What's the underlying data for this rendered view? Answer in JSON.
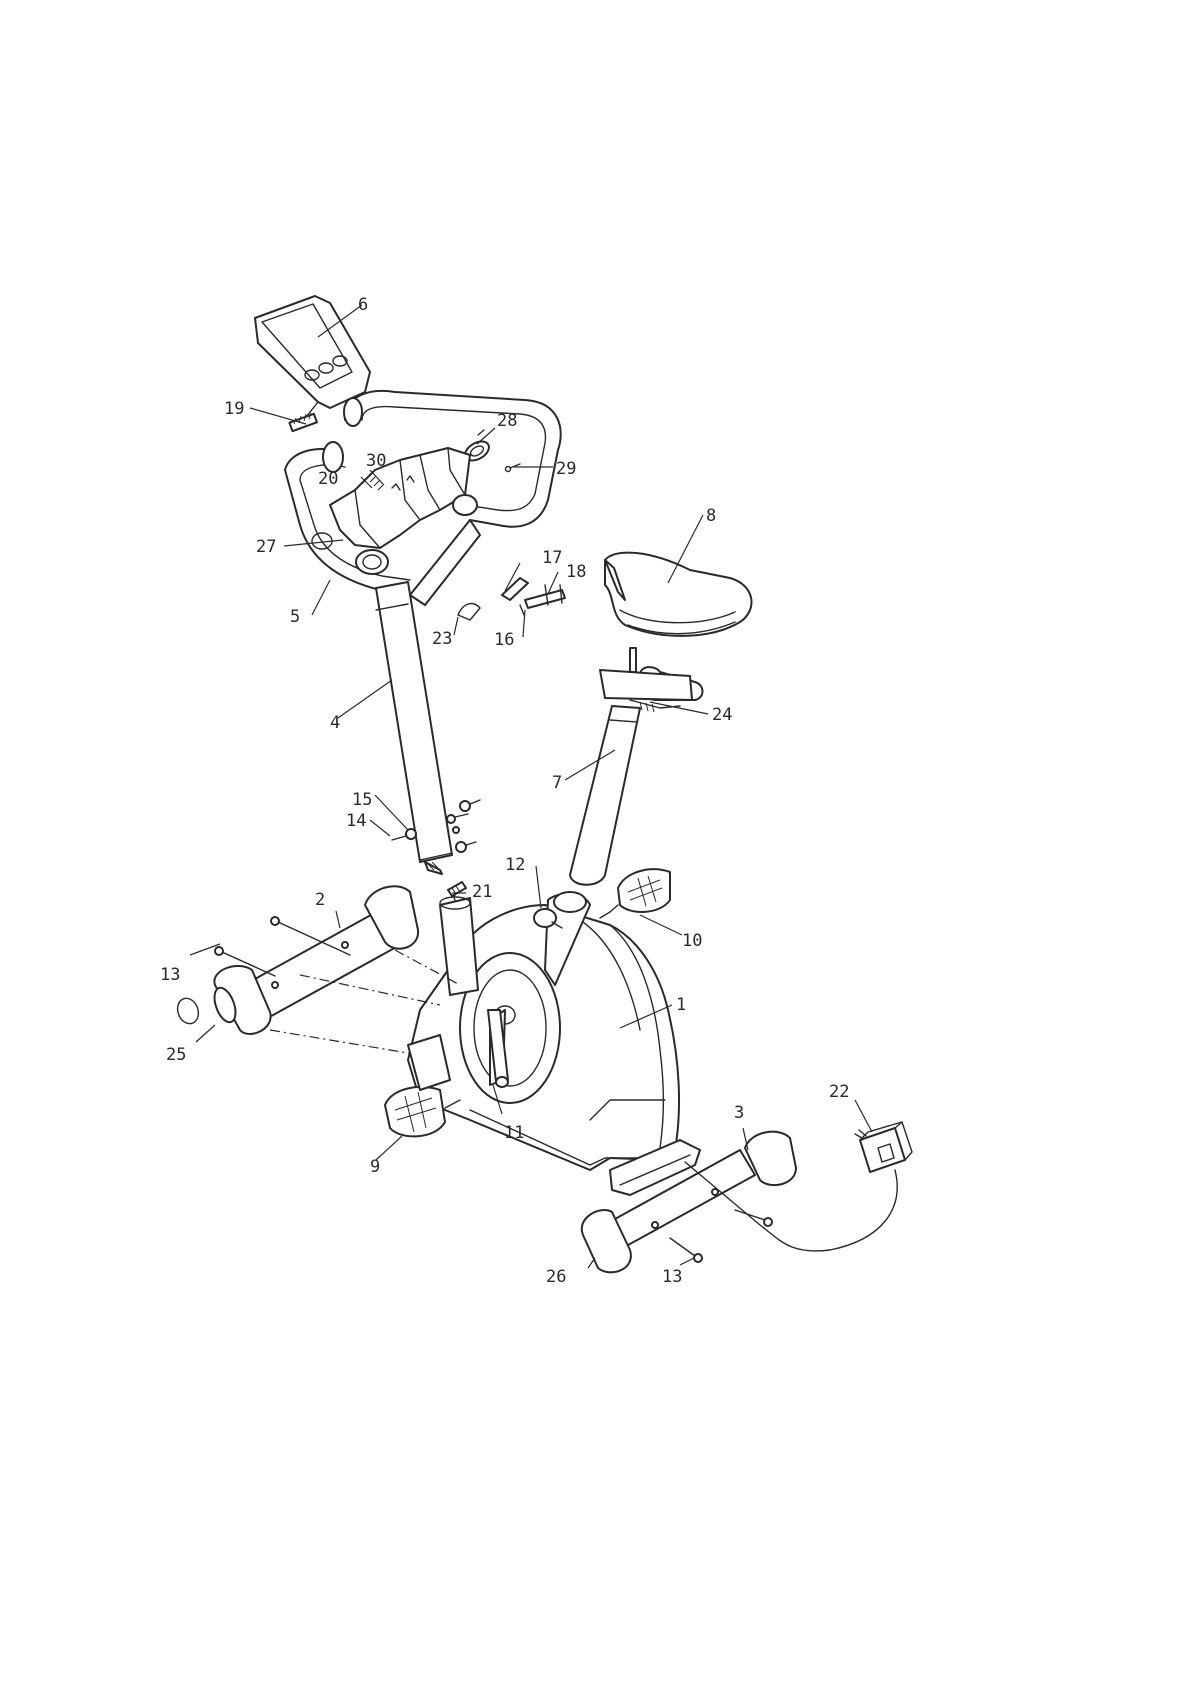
{
  "diagram": {
    "type": "exploded-assembly",
    "callouts": [
      {
        "id": "1",
        "label": "1"
      },
      {
        "id": "2",
        "label": "2"
      },
      {
        "id": "3",
        "label": "3"
      },
      {
        "id": "4",
        "label": "4"
      },
      {
        "id": "5",
        "label": "5"
      },
      {
        "id": "6",
        "label": "6"
      },
      {
        "id": "7",
        "label": "7"
      },
      {
        "id": "8",
        "label": "8"
      },
      {
        "id": "9",
        "label": "9"
      },
      {
        "id": "10",
        "label": "10"
      },
      {
        "id": "11",
        "label": "11"
      },
      {
        "id": "12",
        "label": "12"
      },
      {
        "id": "13a",
        "label": "13"
      },
      {
        "id": "13b",
        "label": "13"
      },
      {
        "id": "14",
        "label": "14"
      },
      {
        "id": "15",
        "label": "15"
      },
      {
        "id": "16",
        "label": "16"
      },
      {
        "id": "17",
        "label": "17"
      },
      {
        "id": "18",
        "label": "18"
      },
      {
        "id": "19",
        "label": "19"
      },
      {
        "id": "20",
        "label": "20"
      },
      {
        "id": "21",
        "label": "21"
      },
      {
        "id": "22",
        "label": "22"
      },
      {
        "id": "23",
        "label": "23"
      },
      {
        "id": "24",
        "label": "24"
      },
      {
        "id": "25",
        "label": "25"
      },
      {
        "id": "26",
        "label": "26"
      },
      {
        "id": "27",
        "label": "27"
      },
      {
        "id": "28",
        "label": "28"
      },
      {
        "id": "29",
        "label": "29"
      },
      {
        "id": "30",
        "label": "30"
      }
    ]
  }
}
